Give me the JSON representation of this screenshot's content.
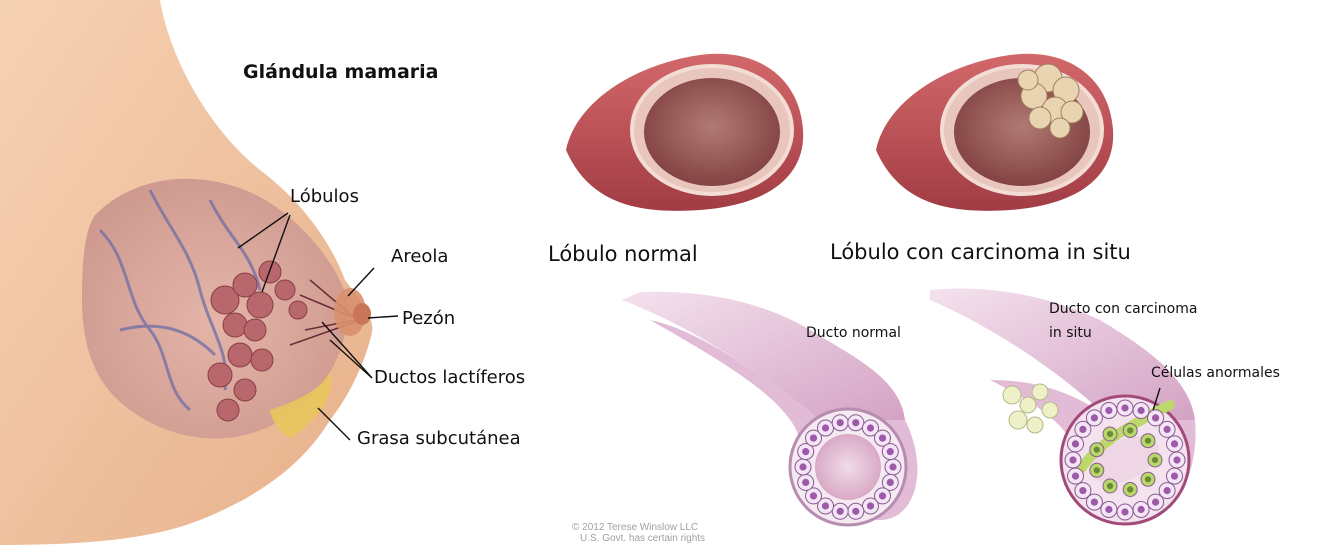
{
  "gland": {
    "title": "Glándula mamaria",
    "labels": {
      "lobulos": "Lóbulos",
      "areola": "Areola",
      "pezon": "Pezón",
      "ductos": "Ductos lactíferos",
      "grasa": "Grasa subcutánea"
    }
  },
  "lobule_panels": {
    "normal": "Lóbulo normal",
    "carcinoma": "Lóbulo con carcinoma in situ"
  },
  "duct_panels": {
    "normal": "Ducto normal",
    "carcinoma_line1": "Ducto con carcinoma",
    "carcinoma_line2": "in situ",
    "abnormal_cells": "Células anormales"
  },
  "copyright": {
    "line1": "© 2012 Terese Winslow LLC",
    "line2": "U.S. Govt. has certain rights"
  },
  "colors": {
    "skin": "#f0c4a0",
    "tissue": "#c98a84",
    "lobule_wall": "#b8484c",
    "duct": "#d8a7c8",
    "cell": "#9c5aa8",
    "abnormal_cell": "#b8d86a"
  }
}
